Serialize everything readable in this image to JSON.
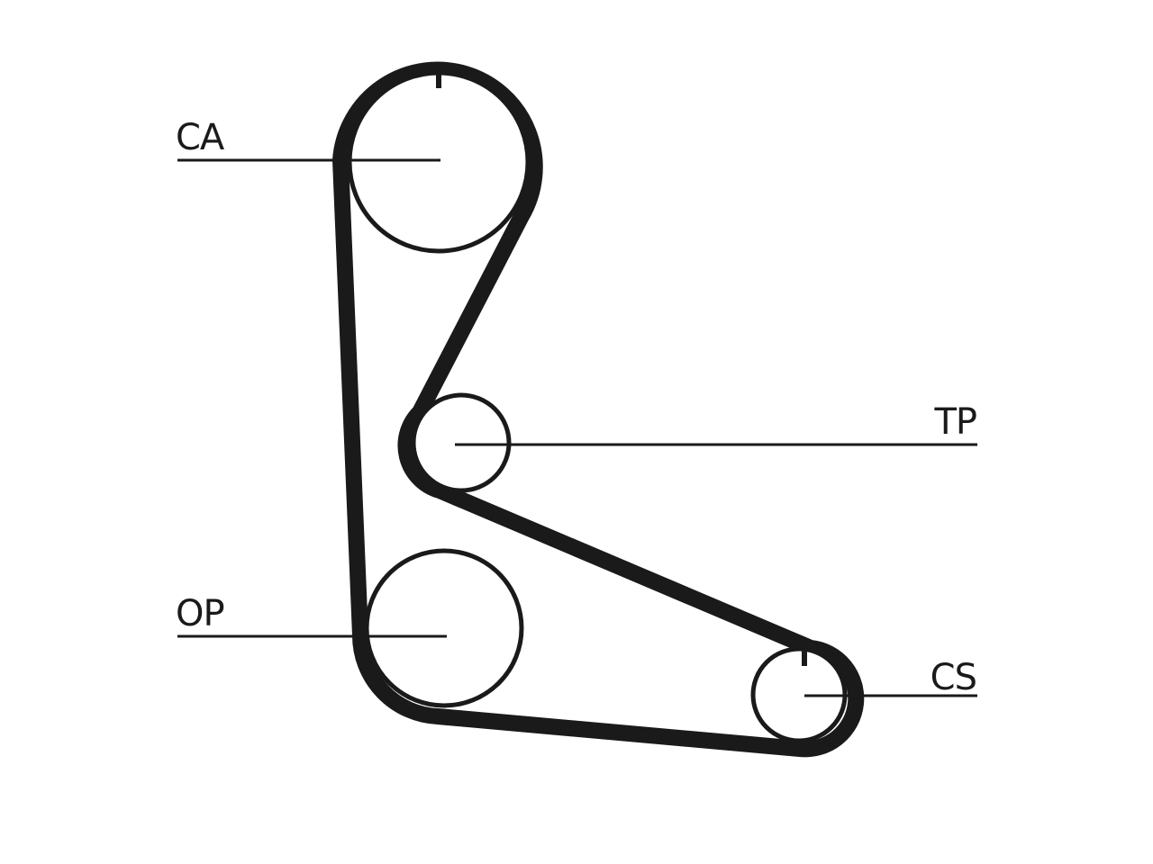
{
  "diagram": {
    "labels": {
      "camshaft": "CA",
      "tensioner": "TP",
      "oil_pump": "OP",
      "crankshaft": "CS"
    },
    "colors": {
      "ink": "#1a1a1a",
      "background": "#ffffff"
    }
  }
}
